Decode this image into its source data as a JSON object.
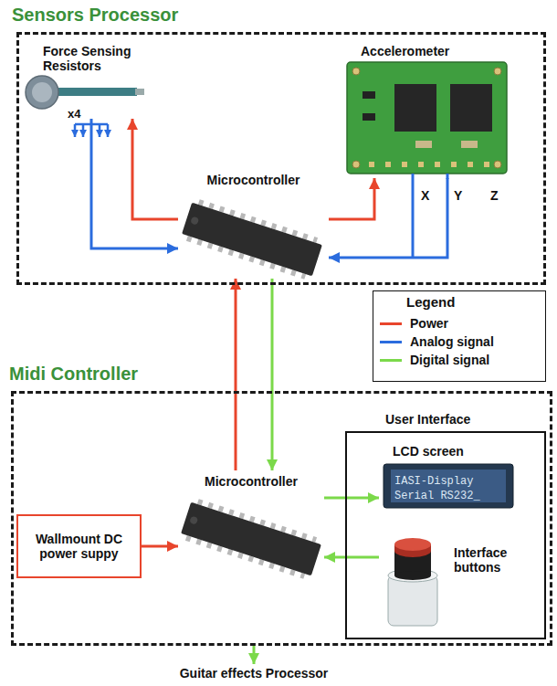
{
  "diagram": {
    "nodes": [
      {
        "text": [
          "Sensors Processor"
        ]
      },
      {
        "text": [
          "Force Sensing Resistors"
        ],
        "in": 0
      },
      {
        "text": [
          "Accelerometer"
        ],
        "in": 0
      },
      {
        "text": [
          "Microcontroller"
        ],
        "in": 0
      },
      {
        "text": [
          "Midi Controller"
        ]
      },
      {
        "text": [
          "Microcontroller"
        ],
        "in": 4
      },
      {
        "text": [
          "Wallmount DC power suppy"
        ],
        "in": 4
      },
      {
        "text": [
          "User Interface"
        ],
        "in": 4
      },
      {
        "text": [
          "LCD screen"
        ],
        "in": 7
      },
      {
        "text": [
          "Interface buttons"
        ],
        "in": 7
      },
      {
        "text": [
          "Guitar effects Processor"
        ]
      }
    ],
    "edges": [
      {
        "from": 3,
        "to": 1,
        "arrow": "to"
      },
      {
        "from": 1,
        "to": 3,
        "arrow": "to"
      },
      {
        "from": 3,
        "to": 2,
        "arrow": "to"
      },
      {
        "from": 2,
        "to": 3,
        "arrow": "to"
      },
      {
        "from": 5,
        "to": 3,
        "arrow": "to"
      },
      {
        "from": 3,
        "to": 5,
        "arrow": "to"
      },
      {
        "from": 6,
        "to": 5,
        "arrow": "to"
      },
      {
        "from": 5,
        "to": 8,
        "arrow": "to"
      },
      {
        "from": 9,
        "to": 5,
        "arrow": "to"
      },
      {
        "from": 4,
        "to": 10,
        "arrow": "to"
      }
    ],
    "labels": [
      "x4",
      "X",
      "Y",
      "Z",
      "Legend",
      "IASI-Display",
      "Serial RS232_"
    ],
    "legend": [
      {
        "text": "Power",
        "color": "#e8452c"
      },
      {
        "text": "Analog signal",
        "color": "#2b6cde"
      },
      {
        "text": "Digital signal",
        "color": "#7bd94a"
      }
    ]
  }
}
